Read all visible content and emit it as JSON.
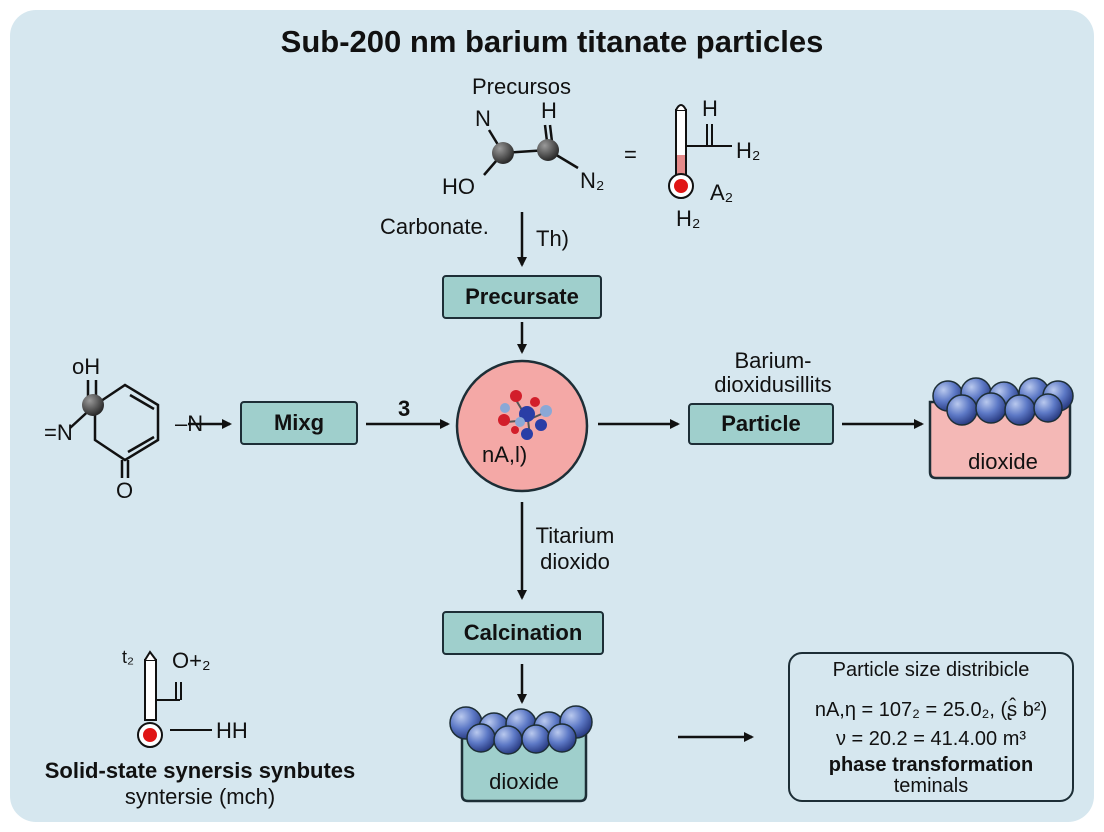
{
  "title": "Sub-200 nm barium titanate particles",
  "labels": {
    "precursors": "Precursos",
    "carbonate": "Carbonate.",
    "th": "Th)",
    "three": "3",
    "circle": "nA,l)",
    "barium_line1": "Barium-",
    "barium_line2": "dioxidusillits",
    "dioxide_right": "dioxide",
    "titanium_line1": "Titarium",
    "titanium_line2": "dioxido",
    "dioxide_bottom": "dioxide",
    "solid_line1": "Solid-state synersis synbutes",
    "solid_line2": "syntersie (mch)"
  },
  "boxes": {
    "precursate": "Precursate",
    "mixing": "Mixg",
    "particle": "Particle",
    "calcination": "Calcination"
  },
  "atoms": {
    "top_n": "N",
    "top_h": "H",
    "top_ho": "HO",
    "top_n2": "N₂",
    "equals": "=",
    "thermo_h": "H",
    "thermo_h2": "H₂",
    "thermo_a2": "A₂",
    "thermo_h2_bottom": "H₂",
    "ring_oh": "oH",
    "ring_n": "=N",
    "ring_o": "O",
    "dash_n": "–N",
    "thermo2_t2": "t₂",
    "thermo2_o2": "O+₂",
    "thermo2_hh": "HH"
  },
  "info": {
    "title": "Particle size distribicle",
    "line1": "nA,η = 107₂ = 25.0₂, (ʂ̂ b²)",
    "line2": "ν = 20.2 = 41.4.00 m³",
    "line3": "phase transformation",
    "line4": "teminals"
  },
  "colors": {
    "panel_background": "#d6e7ef",
    "box_fill": "#9fcfcc",
    "circle_fill": "#f4a8a6",
    "crystal_ball": "#5d79c6"
  }
}
